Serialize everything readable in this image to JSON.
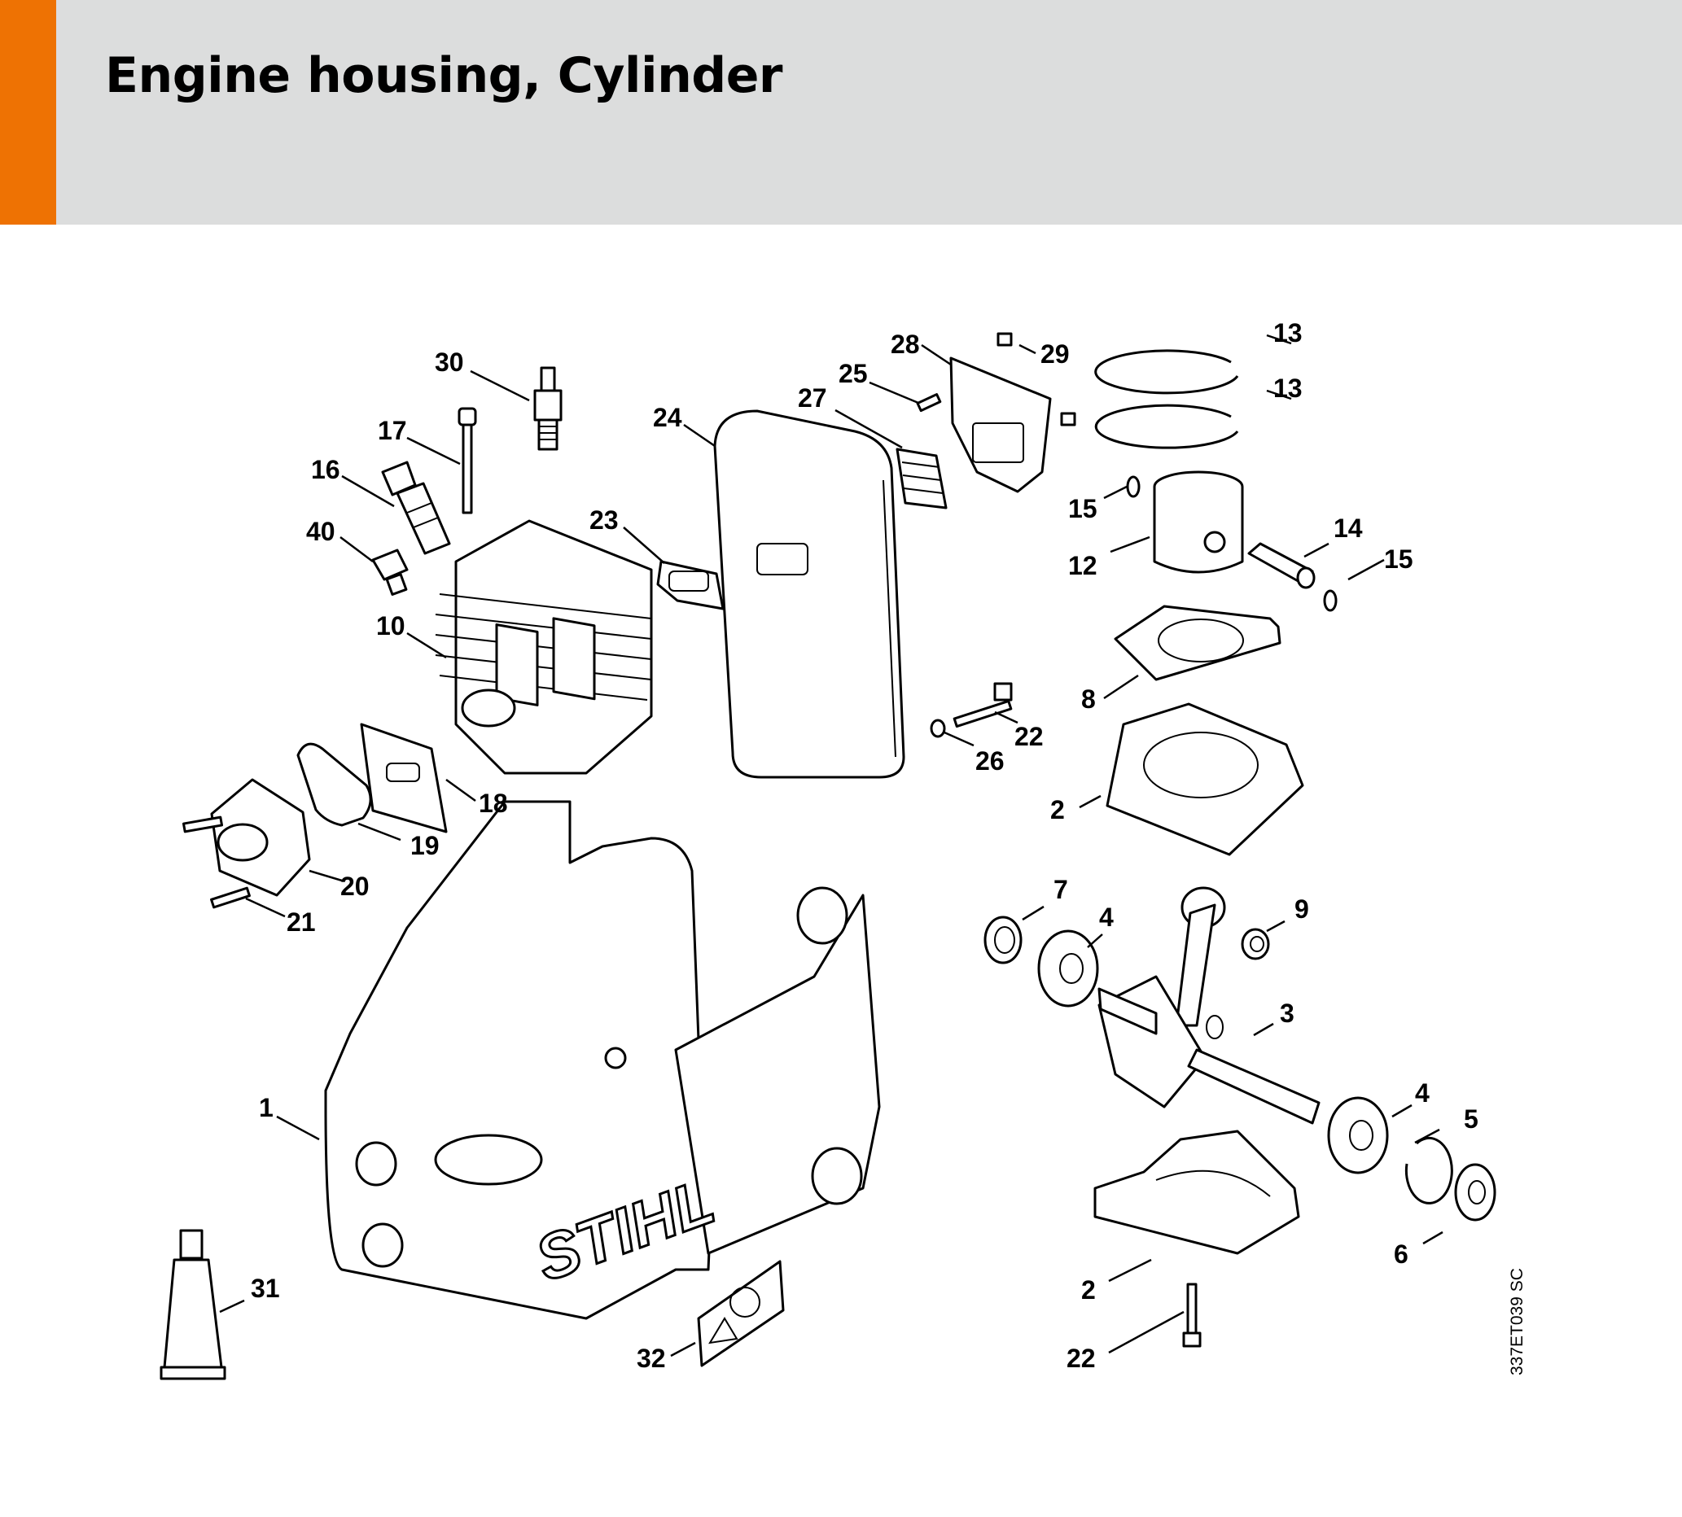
{
  "header": {
    "title": "Engine housing, Cylinder",
    "accent_color": "#ee7203",
    "background_color": "#dcdddd"
  },
  "diagram": {
    "brand_text": "STIHL",
    "reference_code": "337ET039 SC",
    "callouts": [
      {
        "id": "c30",
        "label": "30"
      },
      {
        "id": "c17",
        "label": "17"
      },
      {
        "id": "c16",
        "label": "16"
      },
      {
        "id": "c40",
        "label": "40"
      },
      {
        "id": "c10",
        "label": "10"
      },
      {
        "id": "c23",
        "label": "23"
      },
      {
        "id": "c24",
        "label": "24"
      },
      {
        "id": "c28",
        "label": "28"
      },
      {
        "id": "c29",
        "label": "29"
      },
      {
        "id": "c25",
        "label": "25"
      },
      {
        "id": "c27",
        "label": "27"
      },
      {
        "id": "c13a",
        "label": "13"
      },
      {
        "id": "c13b",
        "label": "13"
      },
      {
        "id": "c15a",
        "label": "15"
      },
      {
        "id": "c12",
        "label": "12"
      },
      {
        "id": "c14",
        "label": "14"
      },
      {
        "id": "c15b",
        "label": "15"
      },
      {
        "id": "c8",
        "label": "8"
      },
      {
        "id": "c22a",
        "label": "22"
      },
      {
        "id": "c26",
        "label": "26"
      },
      {
        "id": "c2a",
        "label": "2"
      },
      {
        "id": "c18",
        "label": "18"
      },
      {
        "id": "c19",
        "label": "19"
      },
      {
        "id": "c20",
        "label": "20"
      },
      {
        "id": "c21",
        "label": "21"
      },
      {
        "id": "c7",
        "label": "7"
      },
      {
        "id": "c4a",
        "label": "4"
      },
      {
        "id": "c9",
        "label": "9"
      },
      {
        "id": "c3",
        "label": "3"
      },
      {
        "id": "c4b",
        "label": "4"
      },
      {
        "id": "c5",
        "label": "5"
      },
      {
        "id": "c6",
        "label": "6"
      },
      {
        "id": "c1",
        "label": "1"
      },
      {
        "id": "c2b",
        "label": "2"
      },
      {
        "id": "c22b",
        "label": "22"
      },
      {
        "id": "c31",
        "label": "31"
      },
      {
        "id": "c32",
        "label": "32"
      }
    ]
  }
}
